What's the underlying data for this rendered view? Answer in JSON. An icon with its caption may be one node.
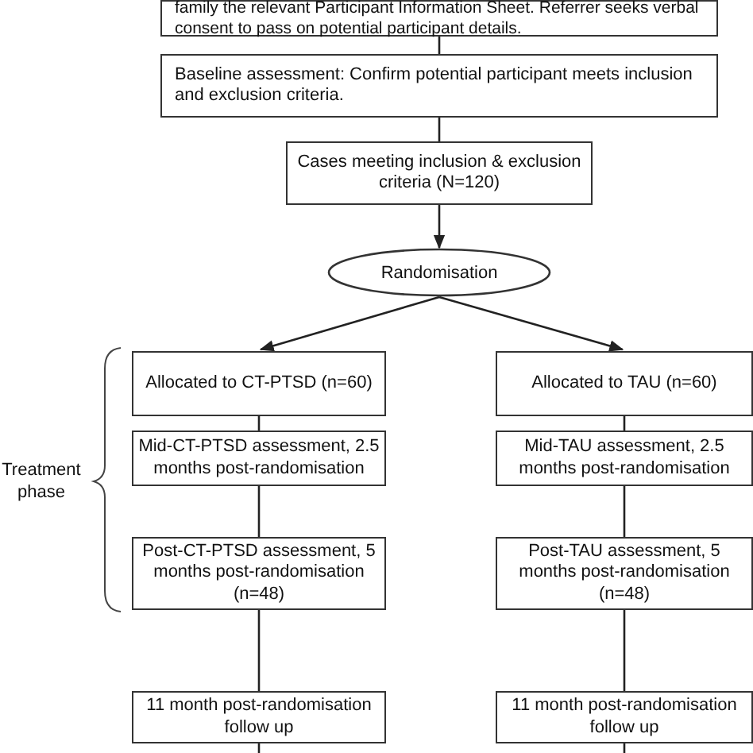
{
  "diagram": {
    "nodes": [
      {
        "text": [
          "family the relevant Participant Information Sheet. Referrer seeks verbal consent to pass on potential participant details."
        ]
      },
      {
        "text": [
          "Baseline assessment: Confirm potential participant meets inclusion and exclusion criteria."
        ]
      },
      {
        "text": [
          "Cases meeting inclusion & exclusion criteria (N=120)"
        ]
      },
      {
        "text": [
          "Randomisation"
        ]
      },
      {
        "text": [
          "Allocated to CT-PTSD (n=60)"
        ]
      },
      {
        "text": [
          "Allocated to TAU (n=60)"
        ]
      },
      {
        "text": [
          "Mid-CT-PTSD assessment, 2.5 months post-randomisation"
        ]
      },
      {
        "text": [
          "Mid-TAU assessment, 2.5 months post-randomisation"
        ]
      },
      {
        "text": [
          "Post-CT-PTSD assessment, 5 months post-randomisation (n=48)"
        ]
      },
      {
        "text": [
          "Post-TAU assessment, 5 months post-randomisation (n=48)"
        ]
      },
      {
        "text": [
          "11 month post-randomisation follow up"
        ]
      },
      {
        "text": [
          "11 month post-randomisation follow up"
        ]
      }
    ],
    "edges": [
      {
        "from": 0,
        "to": 1,
        "arrow": "none"
      },
      {
        "from": 1,
        "to": 2,
        "arrow": "none"
      },
      {
        "from": 2,
        "to": 3,
        "arrow": "to"
      },
      {
        "from": 3,
        "to": 4,
        "arrow": "to"
      },
      {
        "from": 3,
        "to": 5,
        "arrow": "to"
      },
      {
        "from": 4,
        "to": 6,
        "arrow": "none"
      },
      {
        "from": 5,
        "to": 7,
        "arrow": "none"
      },
      {
        "from": 6,
        "to": 8,
        "arrow": "none"
      },
      {
        "from": 7,
        "to": 9,
        "arrow": "none"
      },
      {
        "from": 8,
        "to": 10,
        "arrow": "none"
      },
      {
        "from": 9,
        "to": 11,
        "arrow": "none"
      },
      {
        "from": 10,
        "to": null,
        "arrow": "none"
      },
      {
        "from": 11,
        "to": null,
        "arrow": "none"
      }
    ],
    "labels": [
      "Treatment phase"
    ]
  }
}
